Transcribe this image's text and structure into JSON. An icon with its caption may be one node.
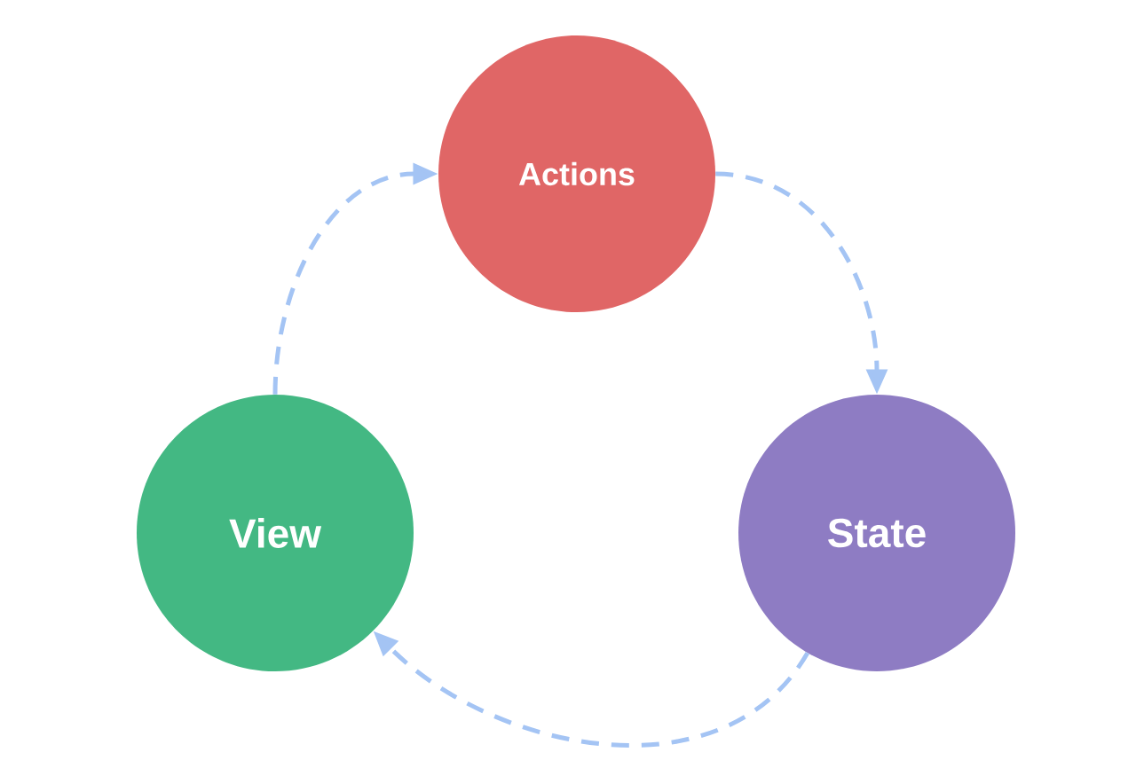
{
  "diagram": {
    "nodes": [
      {
        "text": [
          "Actions"
        ]
      },
      {
        "text": [
          "View"
        ]
      },
      {
        "text": [
          "State"
        ]
      }
    ],
    "edges": [
      {
        "from": 1,
        "to": 0,
        "arrow": "to",
        "style": "dashed"
      },
      {
        "from": 0,
        "to": 2,
        "arrow": "to",
        "style": "dashed"
      },
      {
        "from": 2,
        "to": 1,
        "arrow": "to",
        "style": "dashed"
      }
    ]
  }
}
